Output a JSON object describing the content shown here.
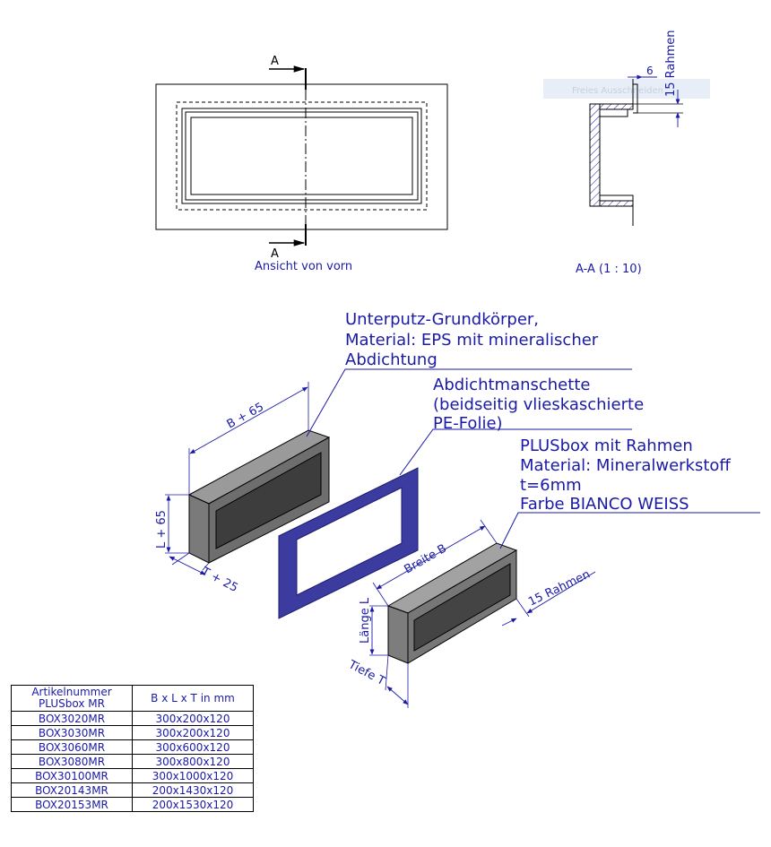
{
  "front_view": {
    "section_marker_top": "A",
    "section_marker_bottom": "A",
    "caption": "Ansicht von vorn"
  },
  "section_view": {
    "caption": "A-A (1 : 10)",
    "dim_6": "6",
    "dim_rahmen": "15 Rahmen",
    "watermark": "Freies Ausschneiden"
  },
  "callouts": {
    "grundkoerper": [
      "Unterputz-Grundkörper,",
      "Material: EPS mit mineralischer",
      "Abdichtung"
    ],
    "manschette": [
      "Abdichtmanschette",
      "(beidseitig vlieskaschierte",
      "PE-Folie)"
    ],
    "plusbox": [
      "PLUSbox mit Rahmen",
      "Material: Mineralwerkstoff",
      "t=6mm",
      "Farbe BIANCO WEISS"
    ]
  },
  "dimensions": {
    "b65": "B + 65",
    "l65": "L + 65",
    "t25": "T + 25",
    "breite": "Breite B",
    "laenge": "Länge L",
    "tiefe": "Tiefe T",
    "rahmen": "15 Rahmen"
  },
  "table": {
    "headers": [
      "Artikelnummer PLUSbox MR",
      "B x L x T in mm"
    ],
    "rows": [
      [
        "BOX3020MR",
        "300x200x120"
      ],
      [
        "BOX3030MR",
        "300x200x120"
      ],
      [
        "BOX3060MR",
        "300x600x120"
      ],
      [
        "BOX3080MR",
        "300x800x120"
      ],
      [
        "BOX30100MR",
        "300x1000x120"
      ],
      [
        "BOX20143MR",
        "200x1430x120"
      ],
      [
        "BOX20153MR",
        "200x1530x120"
      ]
    ]
  }
}
